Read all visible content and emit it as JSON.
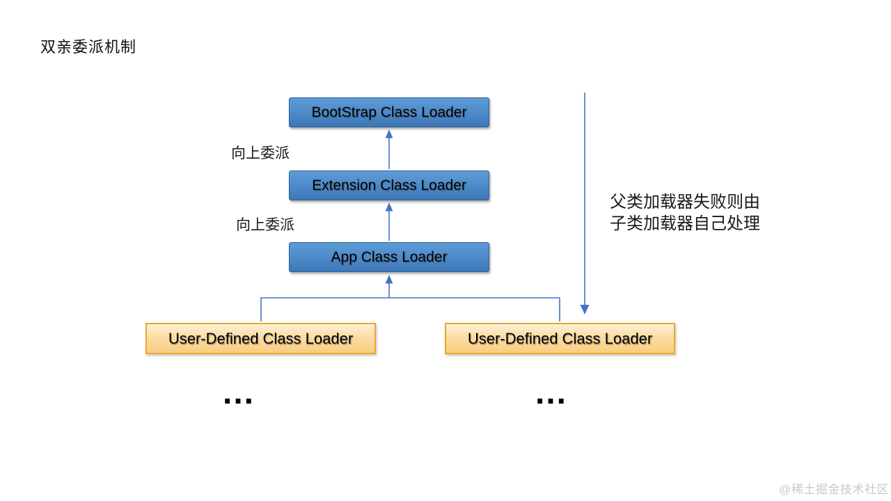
{
  "page": {
    "title": "双亲委派机制",
    "watermark": "@稀土掘金技术社区"
  },
  "diagram": {
    "nodes": {
      "bootstrap": "BootStrap Class Loader",
      "extension": "Extension Class Loader",
      "app": "App Class Loader",
      "user_left": "User-Defined Class Loader",
      "user_right": "User-Defined Class Loader"
    },
    "edge_labels": {
      "delegate_up_1": "向上委派",
      "delegate_up_2": "向上委派"
    },
    "note": {
      "line1": "父类加载器失败则由",
      "line2": "子类加载器自己处理"
    },
    "ellipsis_left": "...",
    "ellipsis_right": "..."
  },
  "colors": {
    "arrow": "#4472c4",
    "blue_box_top": "#5e9bd7",
    "blue_box_mid": "#4c89c9",
    "blue_box_bottom": "#3d77b6",
    "blue_box_border": "#2f5f94",
    "yellow_box_top": "#fdf0d5",
    "yellow_box_mid": "#fbdda4",
    "yellow_box_bottom": "#f9cd7e",
    "yellow_box_border": "#e7a92b",
    "watermark": "#c9c9c9"
  }
}
